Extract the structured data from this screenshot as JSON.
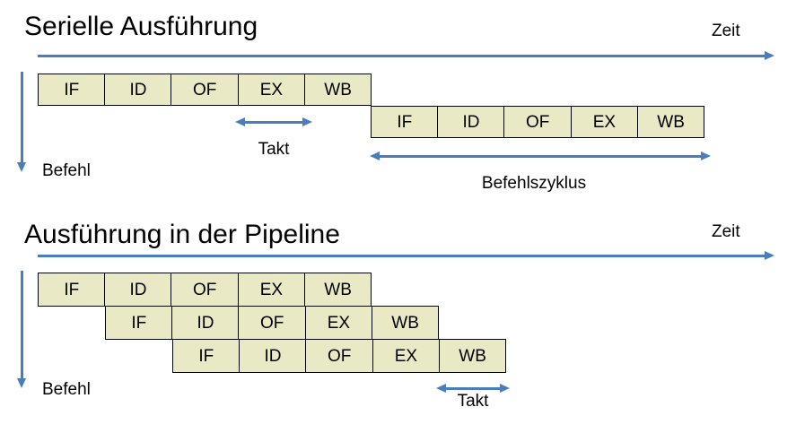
{
  "colors": {
    "accent": "#4A7EBB",
    "stage_fill": "#E9E9C5",
    "stage_border": "#000000",
    "text": "#000000",
    "background": "#FFFFFF"
  },
  "diagrams": [
    {
      "id": "serial",
      "title": "Serielle Ausführung",
      "time_axis_label": "Zeit",
      "instruction_axis_label": "Befehl",
      "rows": [
        {
          "stages": [
            "IF",
            "ID",
            "OF",
            "EX",
            "WB"
          ]
        },
        {
          "stages": [
            "IF",
            "ID",
            "OF",
            "EX",
            "WB"
          ]
        }
      ],
      "annotations": [
        {
          "name": "takt",
          "label": "Takt"
        },
        {
          "name": "befehlszyklus",
          "label": "Befehlszyklus"
        }
      ]
    },
    {
      "id": "pipeline",
      "title": "Ausführung in der Pipeline",
      "time_axis_label": "Zeit",
      "instruction_axis_label": "Befehl",
      "rows": [
        {
          "stages": [
            "IF",
            "ID",
            "OF",
            "EX",
            "WB"
          ]
        },
        {
          "stages": [
            "IF",
            "ID",
            "OF",
            "EX",
            "WB"
          ]
        },
        {
          "stages": [
            "IF",
            "ID",
            "OF",
            "EX",
            "WB"
          ]
        }
      ],
      "annotations": [
        {
          "name": "takt",
          "label": "Takt"
        }
      ]
    }
  ]
}
